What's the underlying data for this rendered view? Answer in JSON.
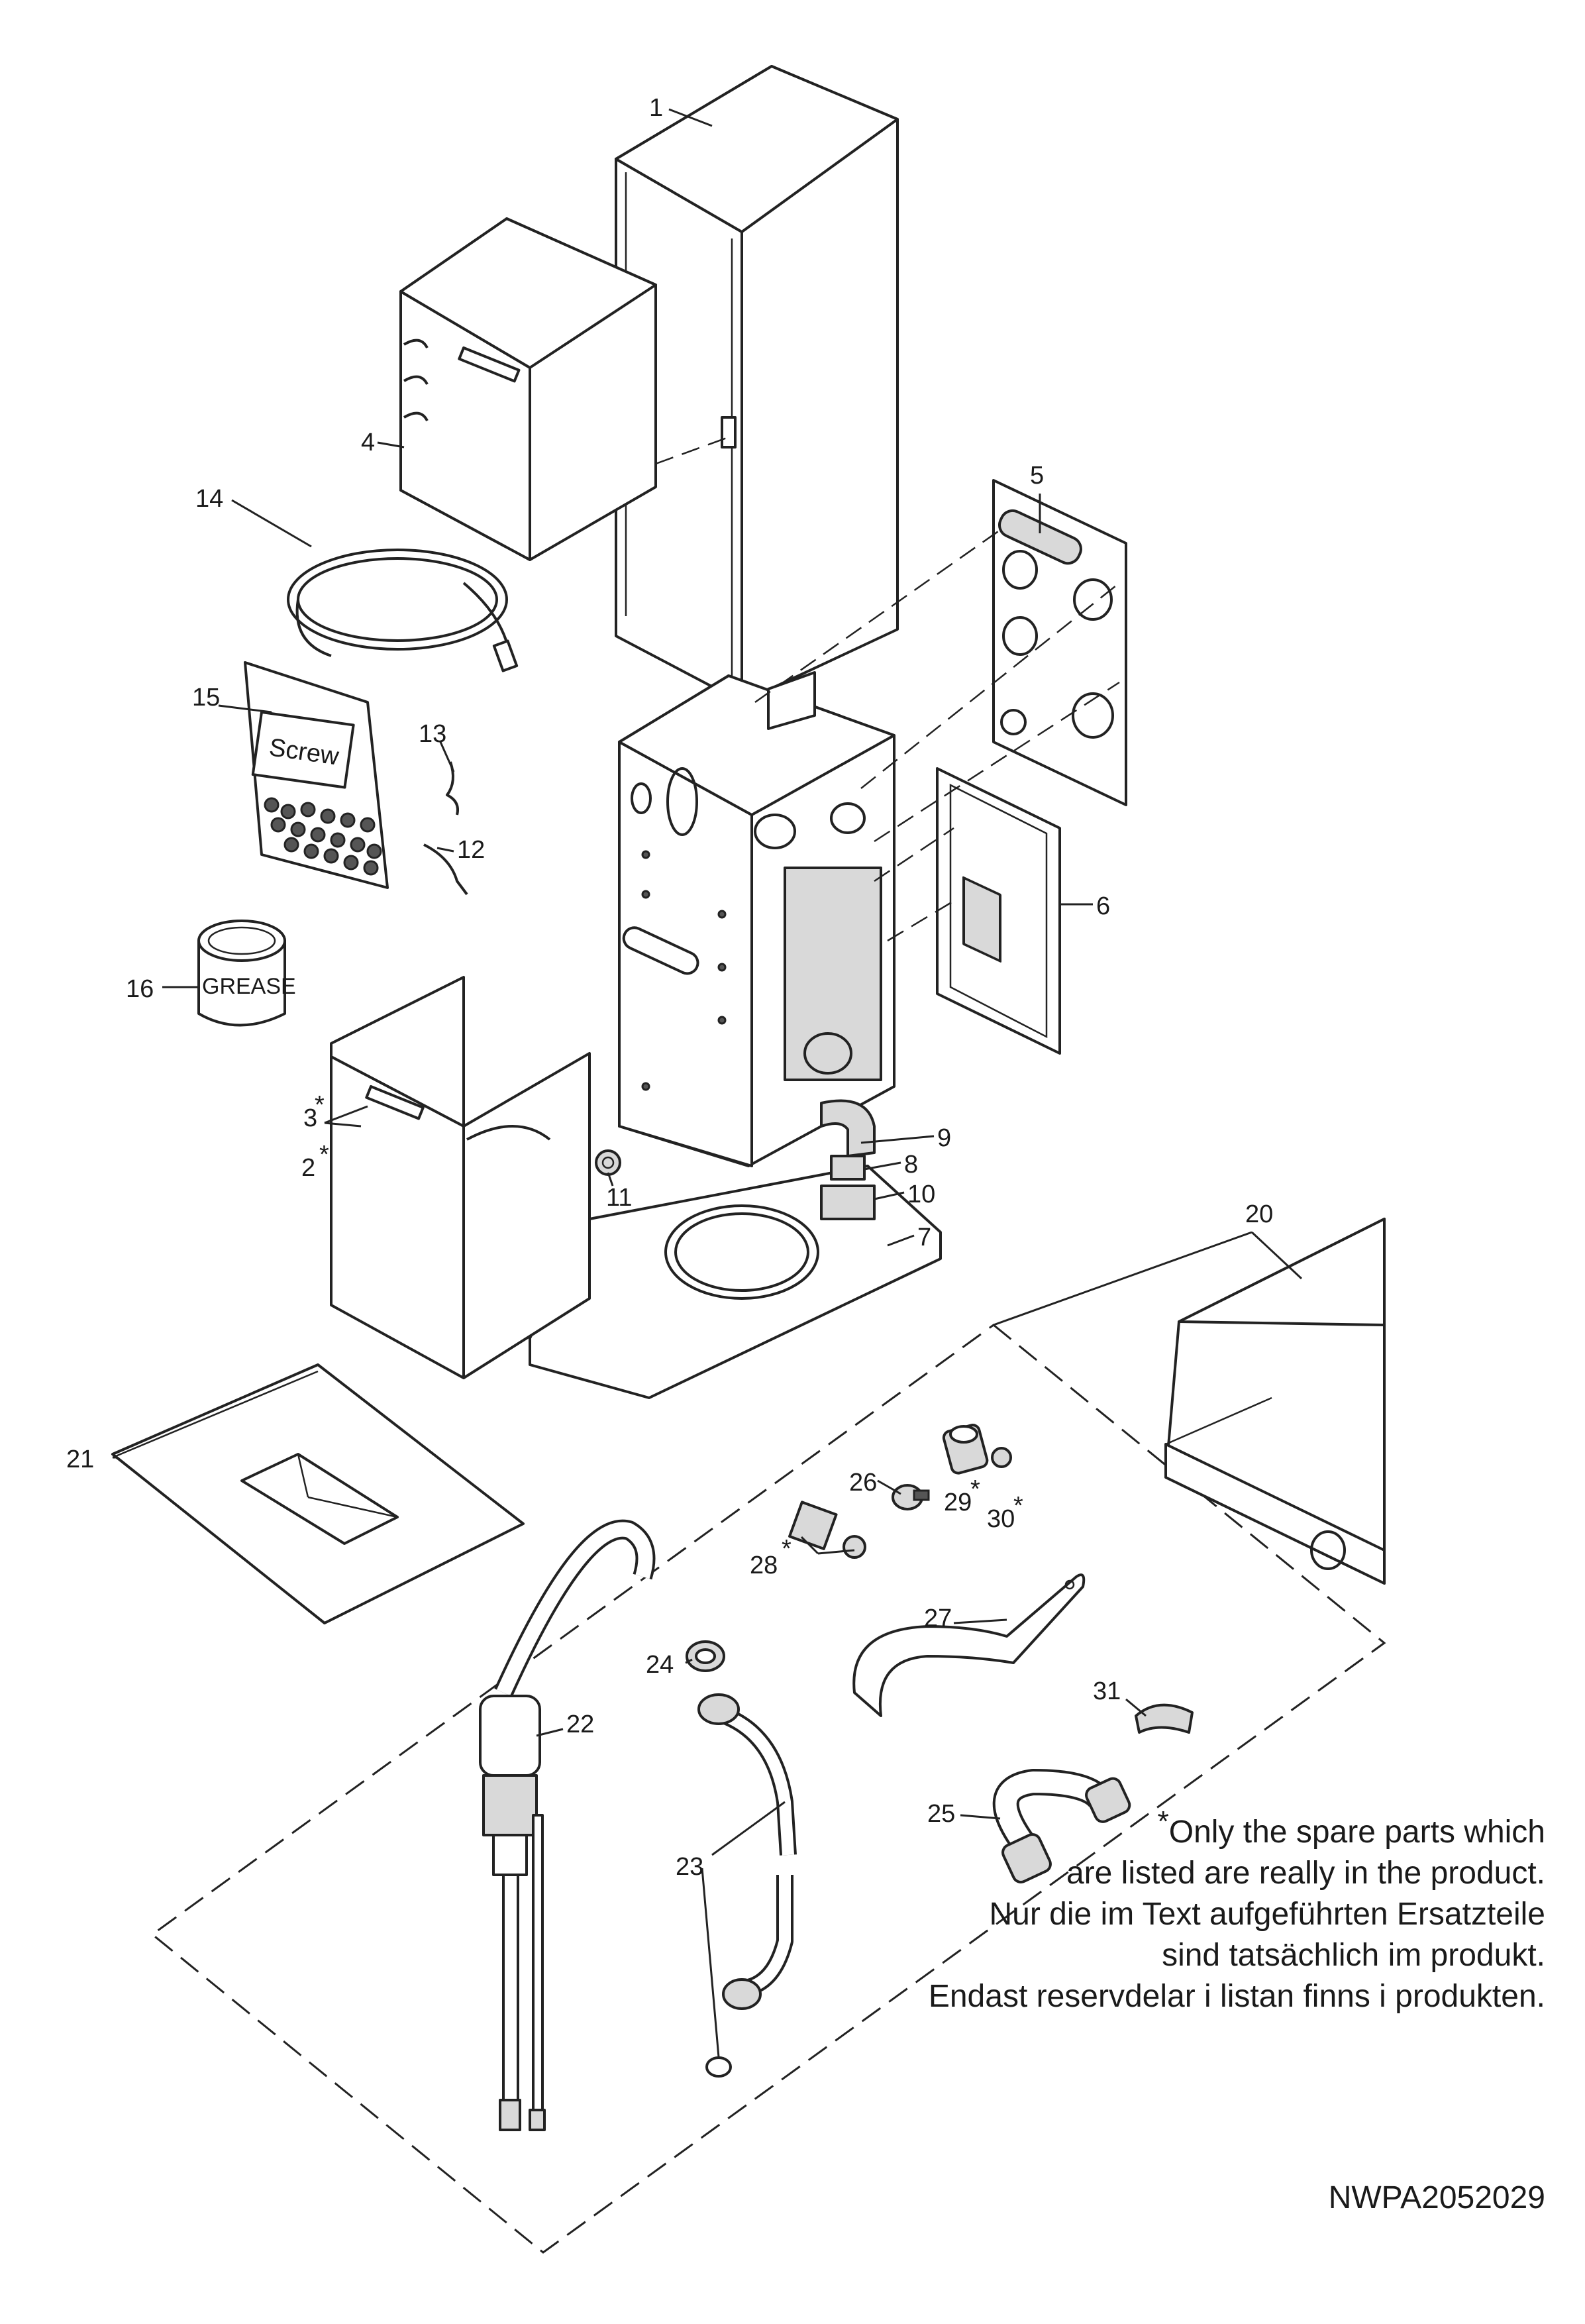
{
  "part_numbers": [
    "1",
    "2",
    "3",
    "4",
    "5",
    "6",
    "7",
    "8",
    "9",
    "10",
    "11",
    "12",
    "13",
    "14",
    "15",
    "16",
    "20",
    "21",
    "22",
    "23",
    "24",
    "25",
    "26",
    "27",
    "28",
    "29",
    "30",
    "31"
  ],
  "asterisk": "*",
  "labels": {
    "screw": "Screw",
    "grease": "GREASE"
  },
  "note_lines": [
    "Only the spare parts which",
    "are listed are really in the product.",
    "Nur die im Text aufgeführten Ersatzteile",
    "sind tatsächlich im produkt.",
    "Endast reservdelar i listan finns i produkten."
  ],
  "drawing_code": "NWPA2052029"
}
